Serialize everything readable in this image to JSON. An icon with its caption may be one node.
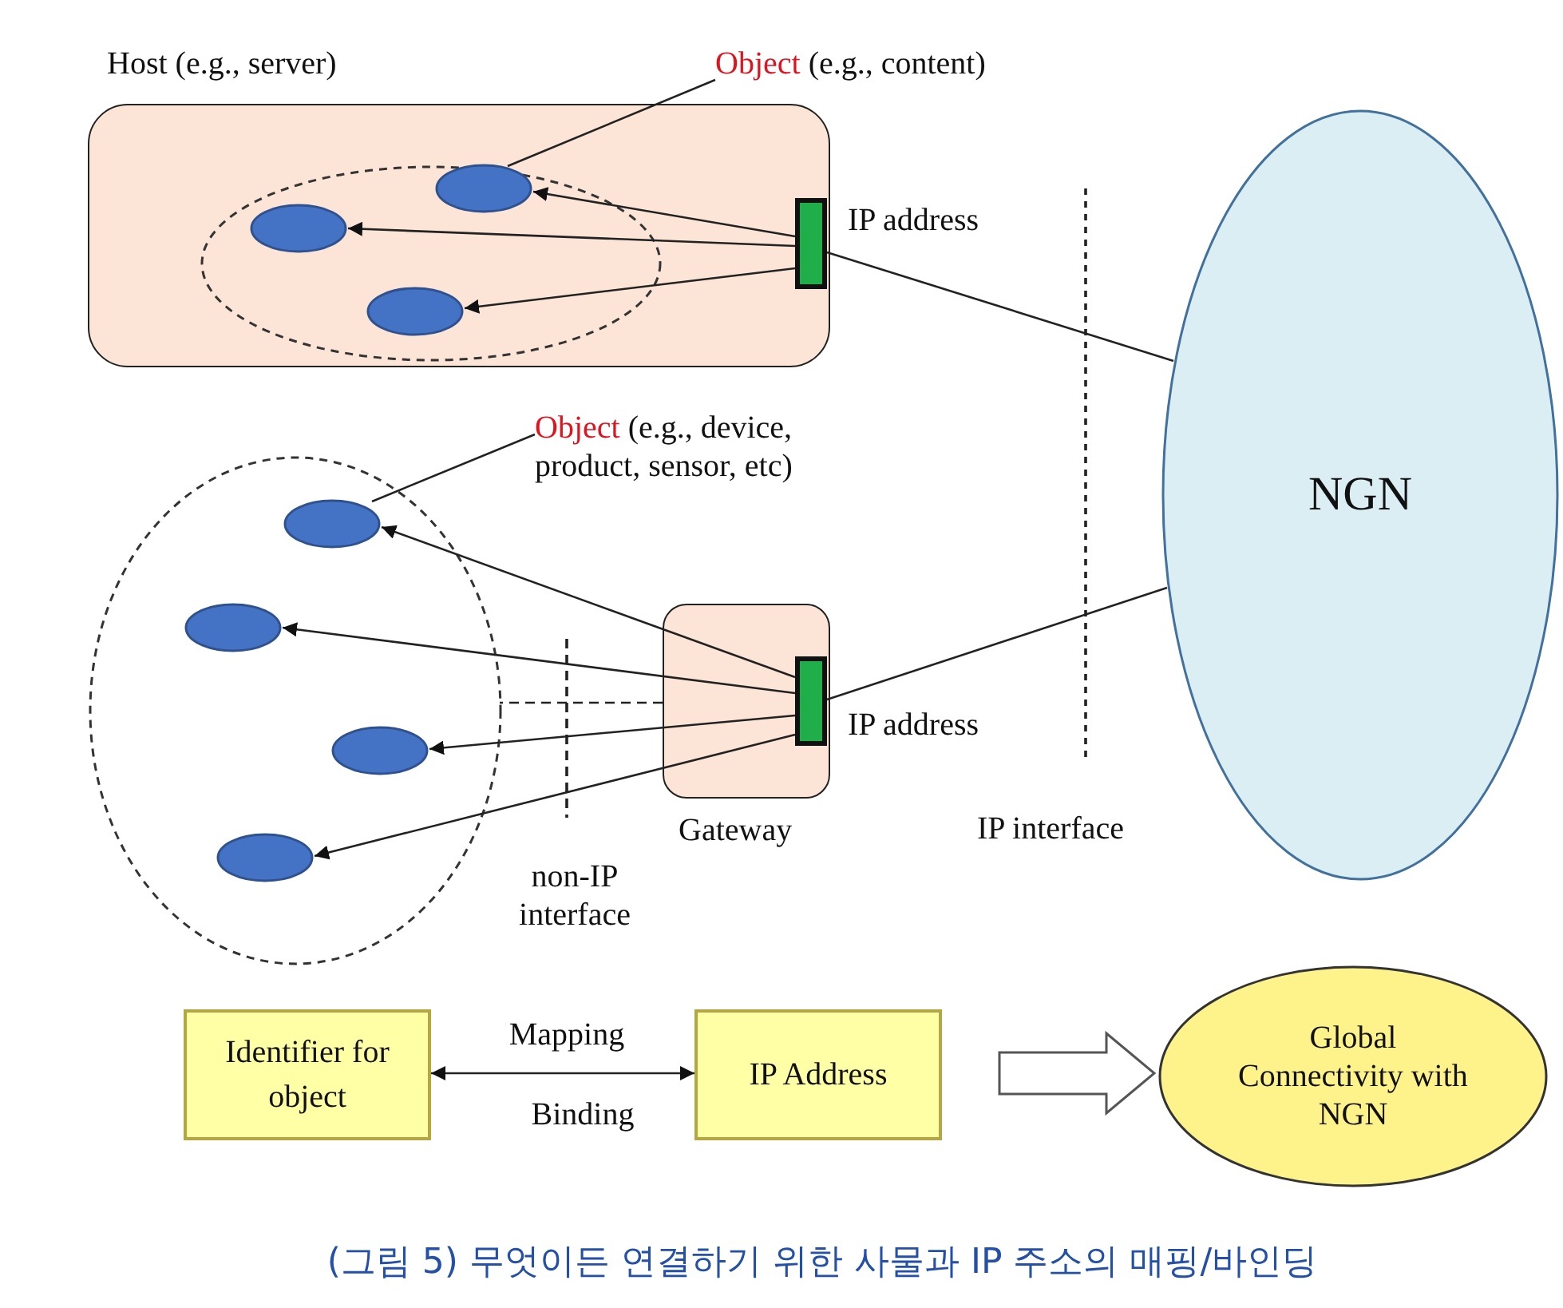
{
  "diagram": {
    "caption": "(그림 5) 무엇이든 연결하기 위한 사물과 IP 주소의 매핑/바인딩",
    "nodes": [
      {
        "text": [
          "Host (e.g., server)"
        ]
      },
      {
        "text": [],
        "shape": "ellipse",
        "in": 0
      },
      {
        "text": [],
        "shape": "ellipse",
        "in": 1
      },
      {
        "text": [],
        "shape": "ellipse",
        "in": 1
      },
      {
        "text": [],
        "shape": "ellipse",
        "in": 1
      },
      {
        "text": [],
        "shape": "bar",
        "in": 0,
        "beside": [
          "IP address"
        ]
      },
      {
        "text": [
          "Object (e.g., content)"
        ]
      },
      {
        "text": [
          "NGN"
        ]
      },
      {
        "text": [],
        "shape": "ellipse"
      },
      {
        "text": [],
        "shape": "ellipse",
        "in": 8
      },
      {
        "text": [],
        "shape": "ellipse",
        "in": 8
      },
      {
        "text": [],
        "shape": "ellipse",
        "in": 8
      },
      {
        "text": [],
        "shape": "ellipse",
        "in": 8
      },
      {
        "text": [
          "Object (e.g., device, product, sensor, etc)"
        ]
      },
      {
        "text": [
          "Gateway"
        ]
      },
      {
        "text": [],
        "shape": "bar",
        "in": 14,
        "beside": [
          "IP address"
        ]
      },
      {
        "text": [
          "Identifier for object"
        ]
      },
      {
        "text": [
          "IP Address"
        ]
      },
      {
        "text": [
          "Global Connectivity with NGN"
        ]
      }
    ],
    "edges": [
      {
        "from": 6,
        "to": 2,
        "arrow": "none"
      },
      {
        "from": 5,
        "to": 2,
        "arrow": "to"
      },
      {
        "from": 5,
        "to": 3,
        "arrow": "to"
      },
      {
        "from": 5,
        "to": 4,
        "arrow": "to"
      },
      {
        "from": 5,
        "to": 7,
        "arrow": "none"
      },
      {
        "from": 13,
        "to": 9,
        "arrow": "none"
      },
      {
        "from": 15,
        "to": 9,
        "arrow": "to"
      },
      {
        "from": 15,
        "to": 10,
        "arrow": "to"
      },
      {
        "from": 15,
        "to": 11,
        "arrow": "to"
      },
      {
        "from": 15,
        "to": 12,
        "arrow": "to"
      },
      {
        "from": 14,
        "to": 8,
        "arrow": "none",
        "style": "dashed"
      },
      {
        "from": 15,
        "to": 7,
        "arrow": "none"
      },
      {
        "from": 16,
        "to": 17,
        "arrow": "both",
        "label": "Mapping"
      },
      {
        "from": 17,
        "to": 18,
        "arrow": "to"
      }
    ],
    "labels": [
      "IP interface",
      "non-IP interface",
      "Binding"
    ]
  }
}
